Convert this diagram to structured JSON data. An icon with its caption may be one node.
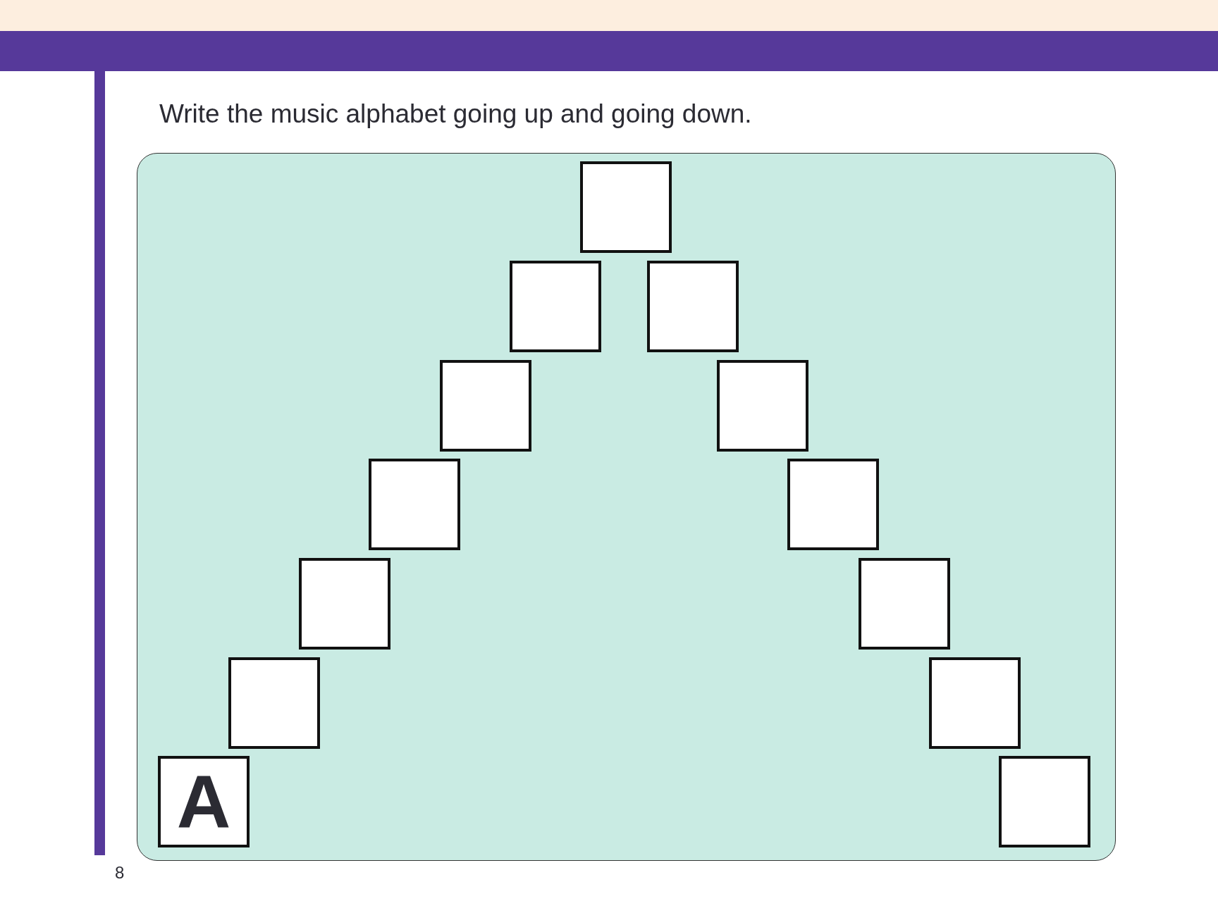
{
  "diagram": {
    "title": "Write the music alphabet going up and going down.",
    "nodes": [
      {
        "text": [],
        "shape": "box"
      },
      {
        "text": [
          "A"
        ],
        "in": 0
      },
      {
        "text": [],
        "shape": "box",
        "in": 0
      },
      {
        "text": [],
        "shape": "box",
        "in": 0
      },
      {
        "text": [],
        "shape": "box",
        "in": 0
      },
      {
        "text": [],
        "shape": "box",
        "in": 0
      },
      {
        "text": [],
        "shape": "box",
        "in": 0
      },
      {
        "text": [],
        "shape": "box",
        "in": 0
      },
      {
        "text": [],
        "shape": "box",
        "in": 0
      },
      {
        "text": [],
        "shape": "box",
        "in": 0
      },
      {
        "text": [],
        "shape": "box",
        "in": 0
      },
      {
        "text": [],
        "shape": "box",
        "in": 0
      },
      {
        "text": [],
        "shape": "box",
        "in": 0
      },
      {
        "text": [],
        "shape": "box",
        "in": 0
      }
    ],
    "labels": [
      "8"
    ]
  }
}
